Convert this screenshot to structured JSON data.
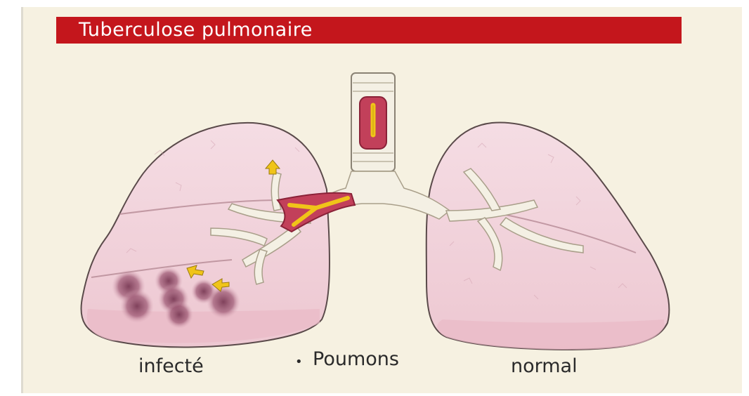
{
  "title": "Tuberculose pulmonaire",
  "labels": {
    "infected": "infecté",
    "bullet": "•",
    "lungs": "Poumons",
    "normal": "normal"
  },
  "colors": {
    "background": "#f6f1e1",
    "title_bar": "#c4161c",
    "lung_fill": "#f2d3dc",
    "lung_outline": "#5a4a4a",
    "airway": "#f4f0e4",
    "inflamed_airway": "#b8304a",
    "arrow": "#f0c419",
    "lesion": "#7a3a55"
  },
  "icons": {
    "airflow_arrows": "arrow-icon"
  }
}
